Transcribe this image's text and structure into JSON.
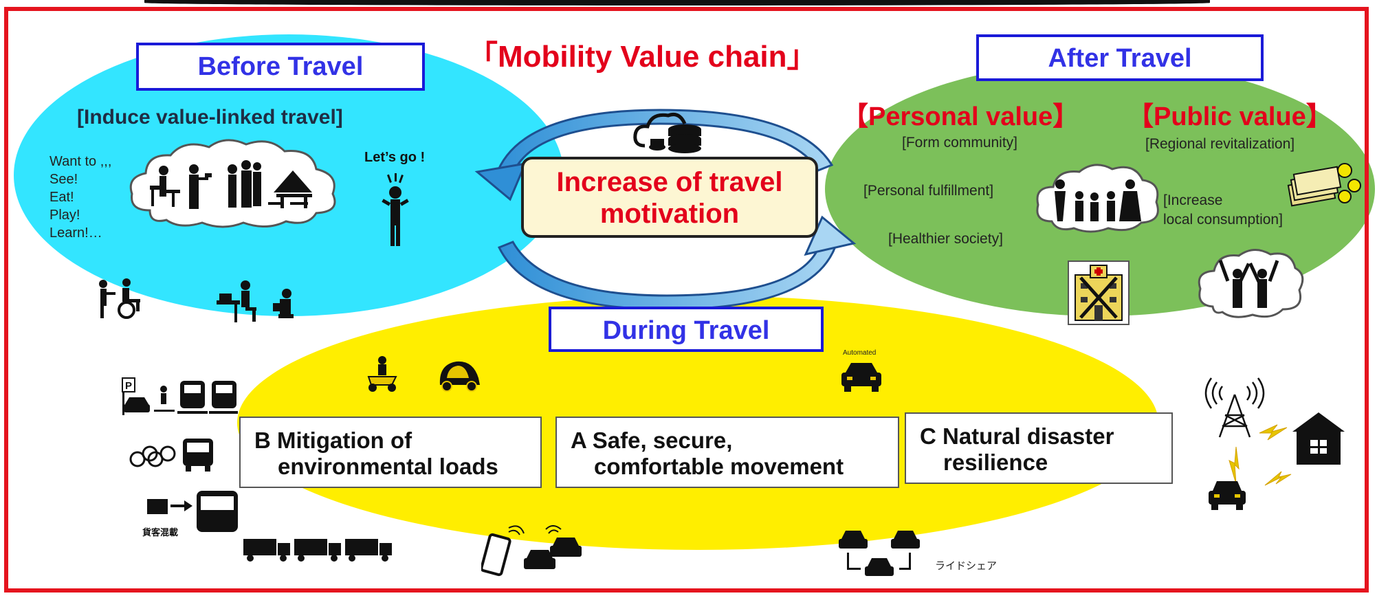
{
  "title": "「Mobility Value chain」",
  "center_text": "Increase of travel motivation",
  "before": {
    "title": "Before Travel",
    "subtitle": "[Induce value-linked travel]",
    "want_lines": [
      "Want to ,,,",
      "See!",
      "Eat!",
      "Play!",
      "Learn!…"
    ],
    "lets_go": "Let’s go !"
  },
  "after": {
    "title": "After Travel",
    "personal_title": "【Personal value】",
    "public_title": "【Public value】",
    "form_community": "[Form community]",
    "personal_fulfillment": "[Personal fulfillment]",
    "healthier_society": "[Healthier society]",
    "regional_revitalization": "[Regional revitalization]",
    "increase_local_1": "[Increase",
    "increase_local_2": "local consumption]"
  },
  "during": {
    "title": "During Travel",
    "box_b_1": "B Mitigation of",
    "box_b_2": "environmental loads",
    "box_a_1": "A Safe, secure,",
    "box_a_2": "comfortable movement",
    "box_c_1": "C Natural disaster",
    "box_c_2": "resilience",
    "automated_label": "Automated",
    "freight_label": "貨客混載",
    "rideshare_label": "ライドシェア",
    "parking_label": "P"
  },
  "colors": {
    "frame": "#e5141e",
    "before_ellipse": "#33e5ff",
    "after_ellipse": "#7cc05a",
    "during_ellipse": "#ffee00",
    "title_blue": "#3232e6",
    "accent_red": "#e3001b"
  }
}
